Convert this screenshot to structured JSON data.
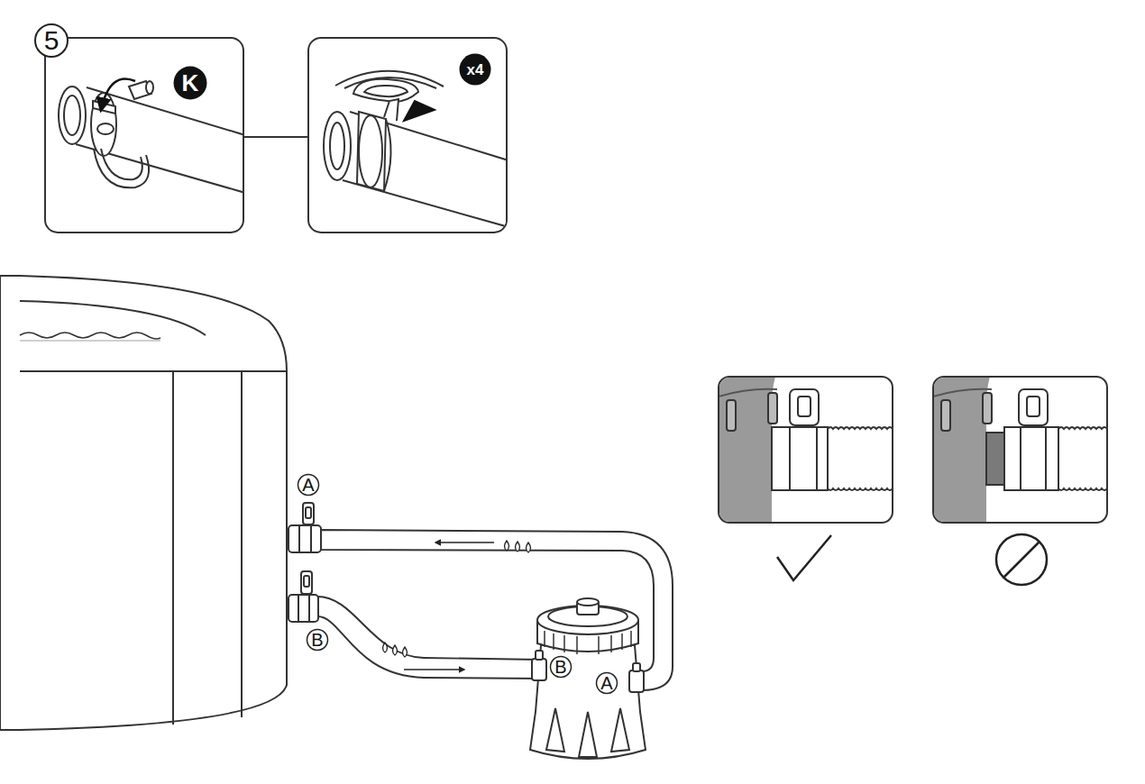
{
  "diagram": {
    "nodes": [
      {
        "text": [
          "5"
        ]
      },
      {
        "text": [
          "K"
        ]
      },
      {
        "text": [
          "x4"
        ]
      },
      {
        "text": [
          "A"
        ]
      },
      {
        "text": [
          "B"
        ]
      },
      {
        "text": [
          "B"
        ]
      },
      {
        "text": [
          "A"
        ]
      }
    ]
  }
}
